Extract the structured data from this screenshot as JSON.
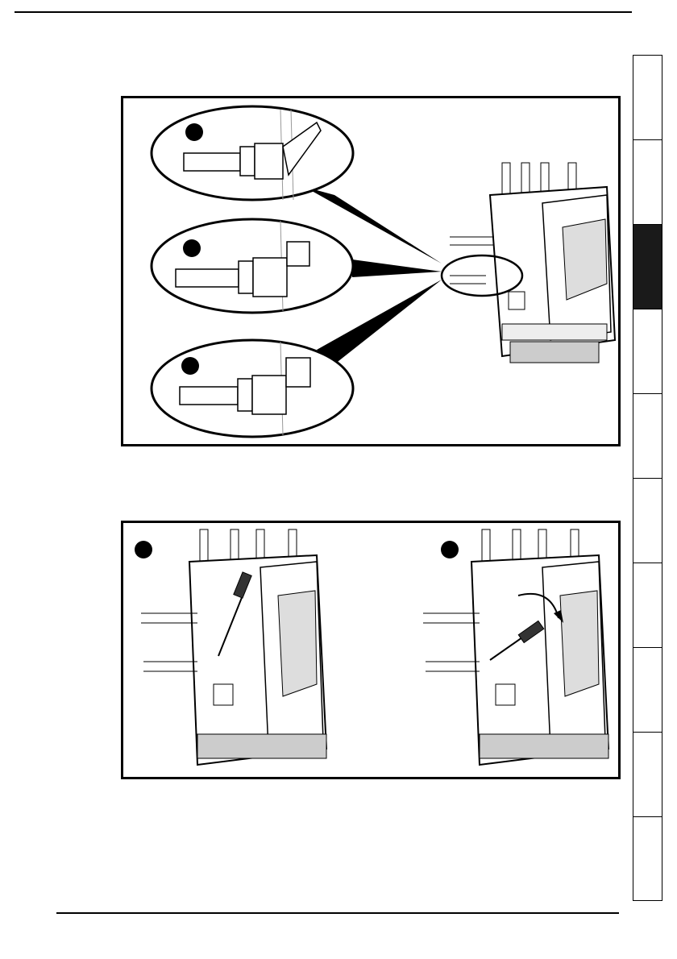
{
  "figure_1": {
    "callouts": [
      "step-1-detail",
      "step-2-detail",
      "step-3-detail"
    ]
  },
  "figure_2": {
    "steps": [
      "insert-screwdriver",
      "lever-release"
    ]
  },
  "side_tabs": {
    "count": 10,
    "active_index": 2
  }
}
